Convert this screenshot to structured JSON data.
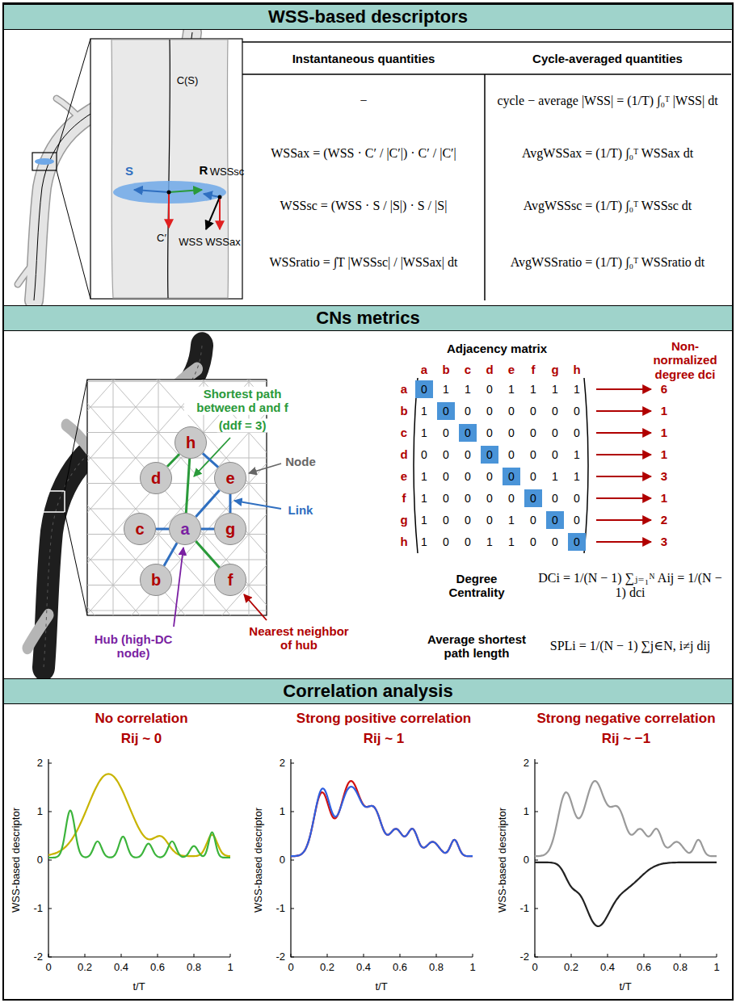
{
  "diagram": {
    "nodes": [
      {
        "text": [
          "WSS-based descriptors"
        ]
      },
      {
        "text": [
          "CNs metrics"
        ]
      },
      {
        "text": [
          "Correlation analysis"
        ]
      },
      {
        "text": [
          "h"
        ]
      },
      {
        "text": [
          "d"
        ]
      },
      {
        "text": [
          "e"
        ]
      },
      {
        "text": [
          "c"
        ]
      },
      {
        "text": [
          "a"
        ]
      },
      {
        "text": [
          "g"
        ]
      },
      {
        "text": [
          "b"
        ]
      },
      {
        "text": [
          "f"
        ]
      }
    ],
    "edges": [
      {
        "from": 7,
        "to": 9,
        "arrow": "none"
      },
      {
        "from": 7,
        "to": 6,
        "arrow": "none"
      },
      {
        "from": 7,
        "to": 5,
        "arrow": "none"
      },
      {
        "from": 7,
        "to": 10,
        "arrow": "none"
      },
      {
        "from": 7,
        "to": 8,
        "arrow": "none"
      },
      {
        "from": 3,
        "to": 7,
        "arrow": "none"
      },
      {
        "from": 4,
        "to": 3,
        "arrow": "none"
      },
      {
        "from": 5,
        "to": 8,
        "arrow": "none"
      },
      {
        "from": 5,
        "to": 3,
        "arrow": "none"
      }
    ],
    "labels": [
      "C(S)",
      "S",
      "R",
      "WSSsc",
      "WSS",
      "WSSax",
      "C′",
      "Instantaneous quantities",
      "Cycle-averaged quantities",
      "−",
      "WSSax = (WSS · C′ / |C′|) · C′ / |C′|",
      "WSSsc = (WSS · S / |S|) · S / |S|",
      "WSSratio = ∫T |WSSsc| / |WSSax| dt",
      "cycle − average |WSS| = (1/T) ∫₀ᵀ |WSS| dt",
      "AvgWSSax = (1/T) ∫₀ᵀ WSSax dt",
      "AvgWSSsc = (1/T) ∫₀ᵀ WSSsc dt",
      "AvgWSSratio = (1/T) ∫₀ᵀ WSSratio dt",
      "Shortest path between d and f",
      "(ddf = 3)",
      "Node",
      "Link",
      "Hub (high-DC node)",
      "Nearest neighbor of hub",
      "Adjacency matrix",
      "Non-normalized degree dci",
      "a",
      "b",
      "c",
      "d",
      "e",
      "f",
      "g",
      "h",
      "a",
      "b",
      "c",
      "d",
      "e",
      "f",
      "g",
      "h",
      "0",
      "1",
      "1",
      "0",
      "1",
      "1",
      "1",
      "1",
      "1",
      "0",
      "0",
      "0",
      "0",
      "0",
      "0",
      "0",
      "1",
      "0",
      "0",
      "0",
      "0",
      "0",
      "0",
      "0",
      "0",
      "0",
      "0",
      "0",
      "0",
      "0",
      "0",
      "1",
      "1",
      "0",
      "0",
      "0",
      "0",
      "0",
      "1",
      "1",
      "1",
      "0",
      "0",
      "0",
      "0",
      "0",
      "0",
      "0",
      "1",
      "0",
      "0",
      "0",
      "1",
      "0",
      "0",
      "0",
      "1",
      "0",
      "0",
      "1",
      "1",
      "0",
      "0",
      "0",
      "6",
      "1",
      "1",
      "1",
      "3",
      "1",
      "2",
      "3",
      "Degree Centrality",
      "DCi = 1/(N − 1) ∑ⱼ₌₁ᴺ Aij = 1/(N − 1) dci",
      "Average shortest path length",
      "SPLi = 1/(N − 1) ∑j∈N, i≠j dij",
      "No correlation",
      "Rij ~ 0",
      "Strong positive correlation",
      "Rij ~ 1",
      "Strong negative correlation",
      "Rij ~ −1",
      "WSS-based descriptor",
      "2",
      "1",
      "0",
      "-1",
      "-2",
      "0",
      "0.2",
      "0.4",
      "0.6",
      "0.8",
      "1",
      "t/T",
      "WSS-based descriptor",
      "2",
      "1",
      "0",
      "-1",
      "-2",
      "0",
      "0.2",
      "0.4",
      "0.6",
      "0.8",
      "1",
      "t/T",
      "WSS-based descriptor",
      "2",
      "1",
      "0",
      "-1",
      "-2",
      "0",
      "0.2",
      "0.4",
      "0.6",
      "0.8",
      "1",
      "t/T"
    ]
  }
}
